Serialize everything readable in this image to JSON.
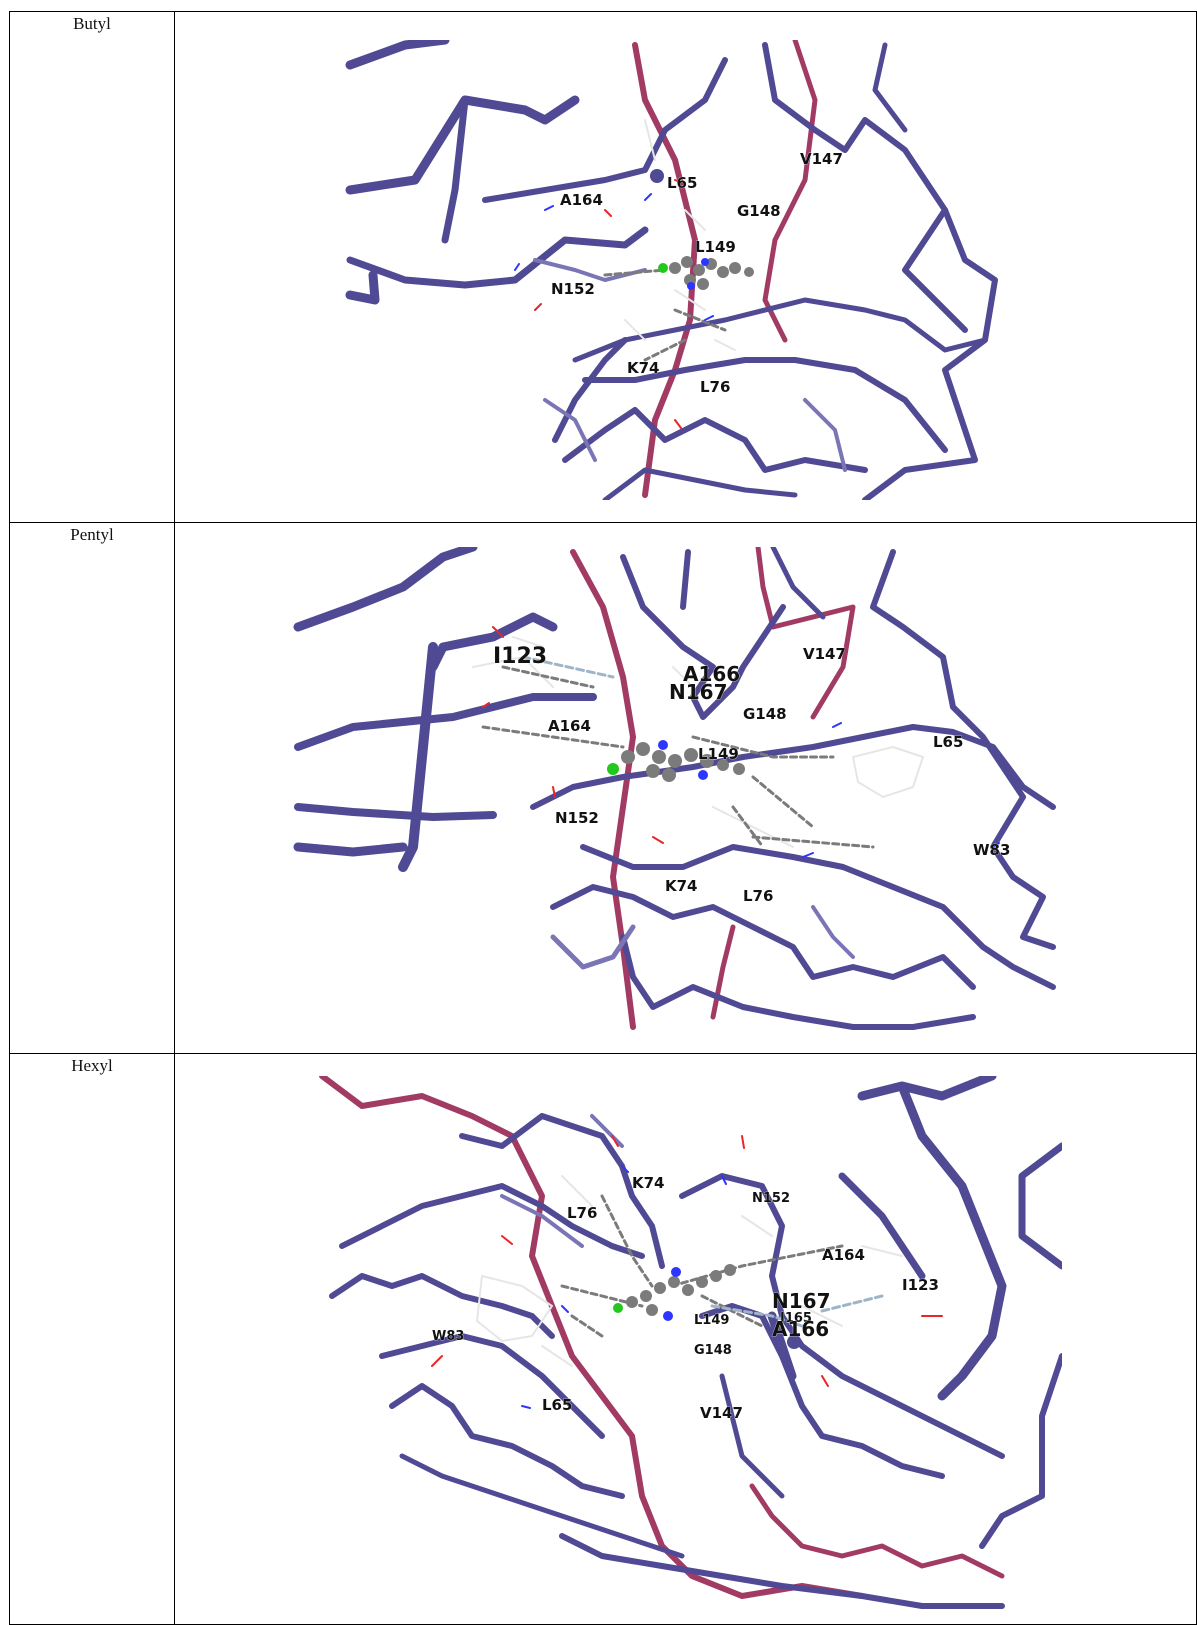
{
  "rows": [
    {
      "label": "Butyl",
      "residues": [
        "V147",
        "A164",
        "L65",
        "G148",
        "L149",
        "N152",
        "K74",
        "L76"
      ]
    },
    {
      "label": "Pentyl",
      "residues": [
        "I123",
        "A166",
        "V147",
        "N167",
        "A164",
        "G148",
        "L149",
        "L65",
        "N152",
        "W83",
        "K74",
        "L76"
      ]
    },
    {
      "label": "Hexyl",
      "residues": [
        "K74",
        "N152",
        "L76",
        "A164",
        "I123",
        "N167",
        "L149",
        "I165",
        "A166",
        "W83",
        "G148",
        "L65",
        "V147"
      ]
    }
  ],
  "colors": {
    "backbone_blue": "#4f4a93",
    "backbone_light": "#7a76b5",
    "backbone_red": "#a23b64",
    "ligand_grey": "#7b7b7b",
    "chlorine_green": "#23c81e",
    "nitrogen_blue": "#2d36ff",
    "oxygen_red": "#e8262a",
    "sidechain_white": "#e6e6e6"
  }
}
